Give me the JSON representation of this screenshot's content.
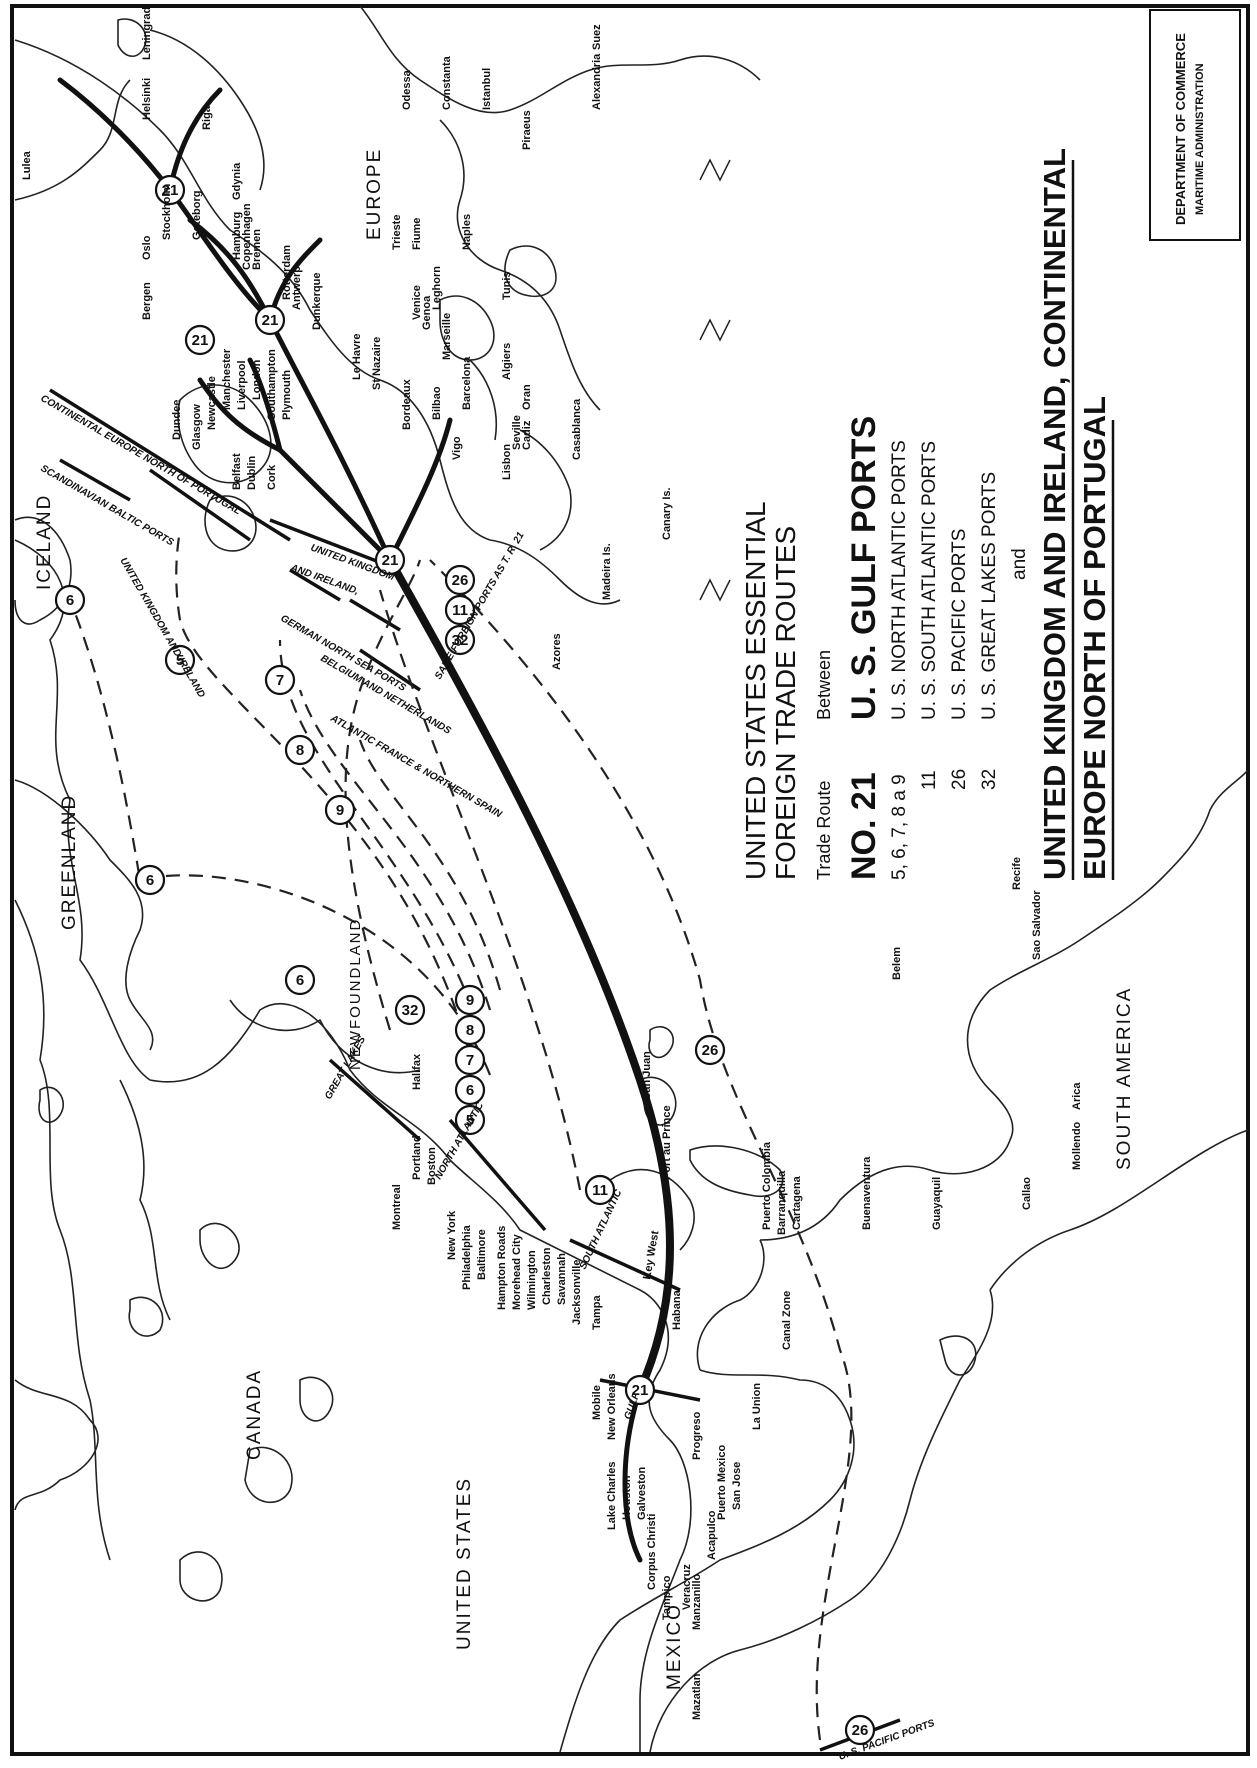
{
  "map": {
    "department": [
      "DEPARTMENT OF COMMERCE",
      "MARITIME ADMINISTRATION"
    ],
    "legend": {
      "heading_lines": [
        "UNITED STATES ESSENTIAL",
        "FOREIGN TRADE ROUTES"
      ],
      "col_route": "Trade Route",
      "col_between": "Between",
      "route_number": "NO. 21",
      "route_origin": "U. S. GULF PORTS",
      "connections": [
        {
          "routes": "5, 6, 7, 8 a 9",
          "label": "U. S. NORTH ATLANTIC PORTS"
        },
        {
          "routes": "11",
          "label": "U. S. SOUTH ATLANTIC PORTS"
        },
        {
          "routes": "26",
          "label": "U. S. PACIFIC PORTS"
        },
        {
          "routes": "32",
          "label": "U. S. GREAT LAKES PORTS"
        }
      ],
      "conj": "and",
      "destination_lines": [
        "UNITED KINGDOM AND IRELAND, CONTINENTAL",
        "EUROPE NORTH OF PORTUGAL"
      ]
    },
    "regions": {
      "canada": "CANADA",
      "united_states": "UNITED STATES",
      "mexico": "MEXICO",
      "south_america": "SOUTH AMERICA",
      "greenland": "GREENLAND",
      "iceland": "ICELAND",
      "newfoundland": "NEWFOUNDLAND",
      "europe": "EUROPE"
    },
    "coast_labels": {
      "north_atlantic": "NORTH ATLANTIC",
      "south_atlantic": "SOUTH ATLANTIC",
      "gulf": "GULF",
      "great_lakes": "GREAT LAKES",
      "pacific": "U. S. PACIFIC PORTS",
      "uk_ireland": "UNITED KINGDOM AND IRELAND",
      "continental": "CONTINENTAL EUROPE NORTH OF PORTUGAL",
      "united_kingdom": "UNITED KINGDOM",
      "and_ireland": "AND IRELAND,",
      "scandinavian": "SCANDINAVIAN BALTIC PORTS",
      "german_north_sea": "GERMAN NORTH SEA PORTS",
      "belgium": "BELGIUM AND NETHERLANDS",
      "atlantic_france": "ATLANTIC FRANCE & NORTHERN SPAIN",
      "same_ports": "SAME FOREIGN PORTS AS T. R. 21"
    },
    "route_numbers": {
      "r5": "5",
      "r6": "6",
      "r7": "7",
      "r8": "8",
      "r9": "9",
      "r11": "11",
      "r21": "21",
      "r26": "26",
      "r32": "32"
    },
    "us_ports": [
      "Montreal",
      "Portland",
      "Boston",
      "New York",
      "Philadelphia",
      "Baltimore",
      "Hampton Roads",
      "Morehead City",
      "Wilmington",
      "Charleston",
      "Savannah",
      "Jacksonville",
      "Tampa",
      "Mobile",
      "New Orleans",
      "Lake Charles",
      "Houston",
      "Galveston",
      "Corpus Christi",
      "Halifax",
      "Key West"
    ],
    "latin_ports": [
      "Mazatlan",
      "Tampico",
      "Veracruz",
      "Manzanillo",
      "Acapulco",
      "Progreso",
      "Puerto Mexico",
      "San Jose",
      "La Union",
      "Canal Zone",
      "Habana",
      "Port au Prince",
      "San Juan",
      "Puerto Colombia",
      "Barranquilla",
      "Cartagena",
      "Buenaventura",
      "Guayaquil",
      "Callao",
      "Mollendo",
      "Arica",
      "Belem",
      "Recife",
      "Sao Salvador"
    ],
    "europe_ports": [
      "Lulea",
      "Helsinki",
      "Leningrad",
      "Riga",
      "Gdynia",
      "Stockholm",
      "Goteborg",
      "Oslo",
      "Bergen",
      "Copenhagen",
      "Hamburg",
      "Bremen",
      "Rotterdam",
      "Antwerp",
      "Dunkerque",
      "Le Havre",
      "St Nazaire",
      "Bordeaux",
      "Bilbao",
      "Vigo",
      "Barcelona",
      "Marseille",
      "Genoa",
      "Venice",
      "Trieste",
      "Fiume",
      "Leghorn",
      "Naples",
      "Tunis",
      "Algiers",
      "Oran",
      "Lisbon",
      "Seville",
      "Cadiz",
      "Casablanca",
      "Canary Is.",
      "Madeira Is.",
      "Azores",
      "Odessa",
      "Constanta",
      "Istanbul",
      "Piraeus",
      "Alexandria",
      "Suez"
    ],
    "uk_ports": [
      "Dundee",
      "Glasgow",
      "Newcastle",
      "Manchester",
      "Liverpool",
      "London",
      "Southampton",
      "Plymouth",
      "Belfast",
      "Dublin",
      "Cork"
    ]
  }
}
